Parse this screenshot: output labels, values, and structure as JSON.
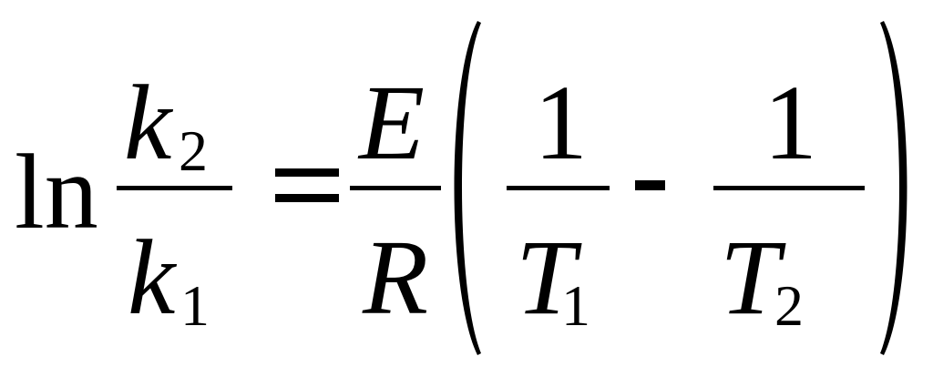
{
  "equation": {
    "lhs": {
      "function": "ln",
      "numerator": {
        "base": "k",
        "subscript": "2"
      },
      "denominator": {
        "base": "k",
        "subscript": "1"
      }
    },
    "relation": "=",
    "rhs": {
      "coefficient": {
        "numerator": "E",
        "denominator": "R"
      },
      "term1": {
        "numerator": "1",
        "denominator": {
          "base": "T",
          "subscript": "1"
        }
      },
      "operator": "-",
      "term2": {
        "numerator": "1",
        "denominator": {
          "base": "T",
          "subscript": "2"
        }
      }
    }
  }
}
